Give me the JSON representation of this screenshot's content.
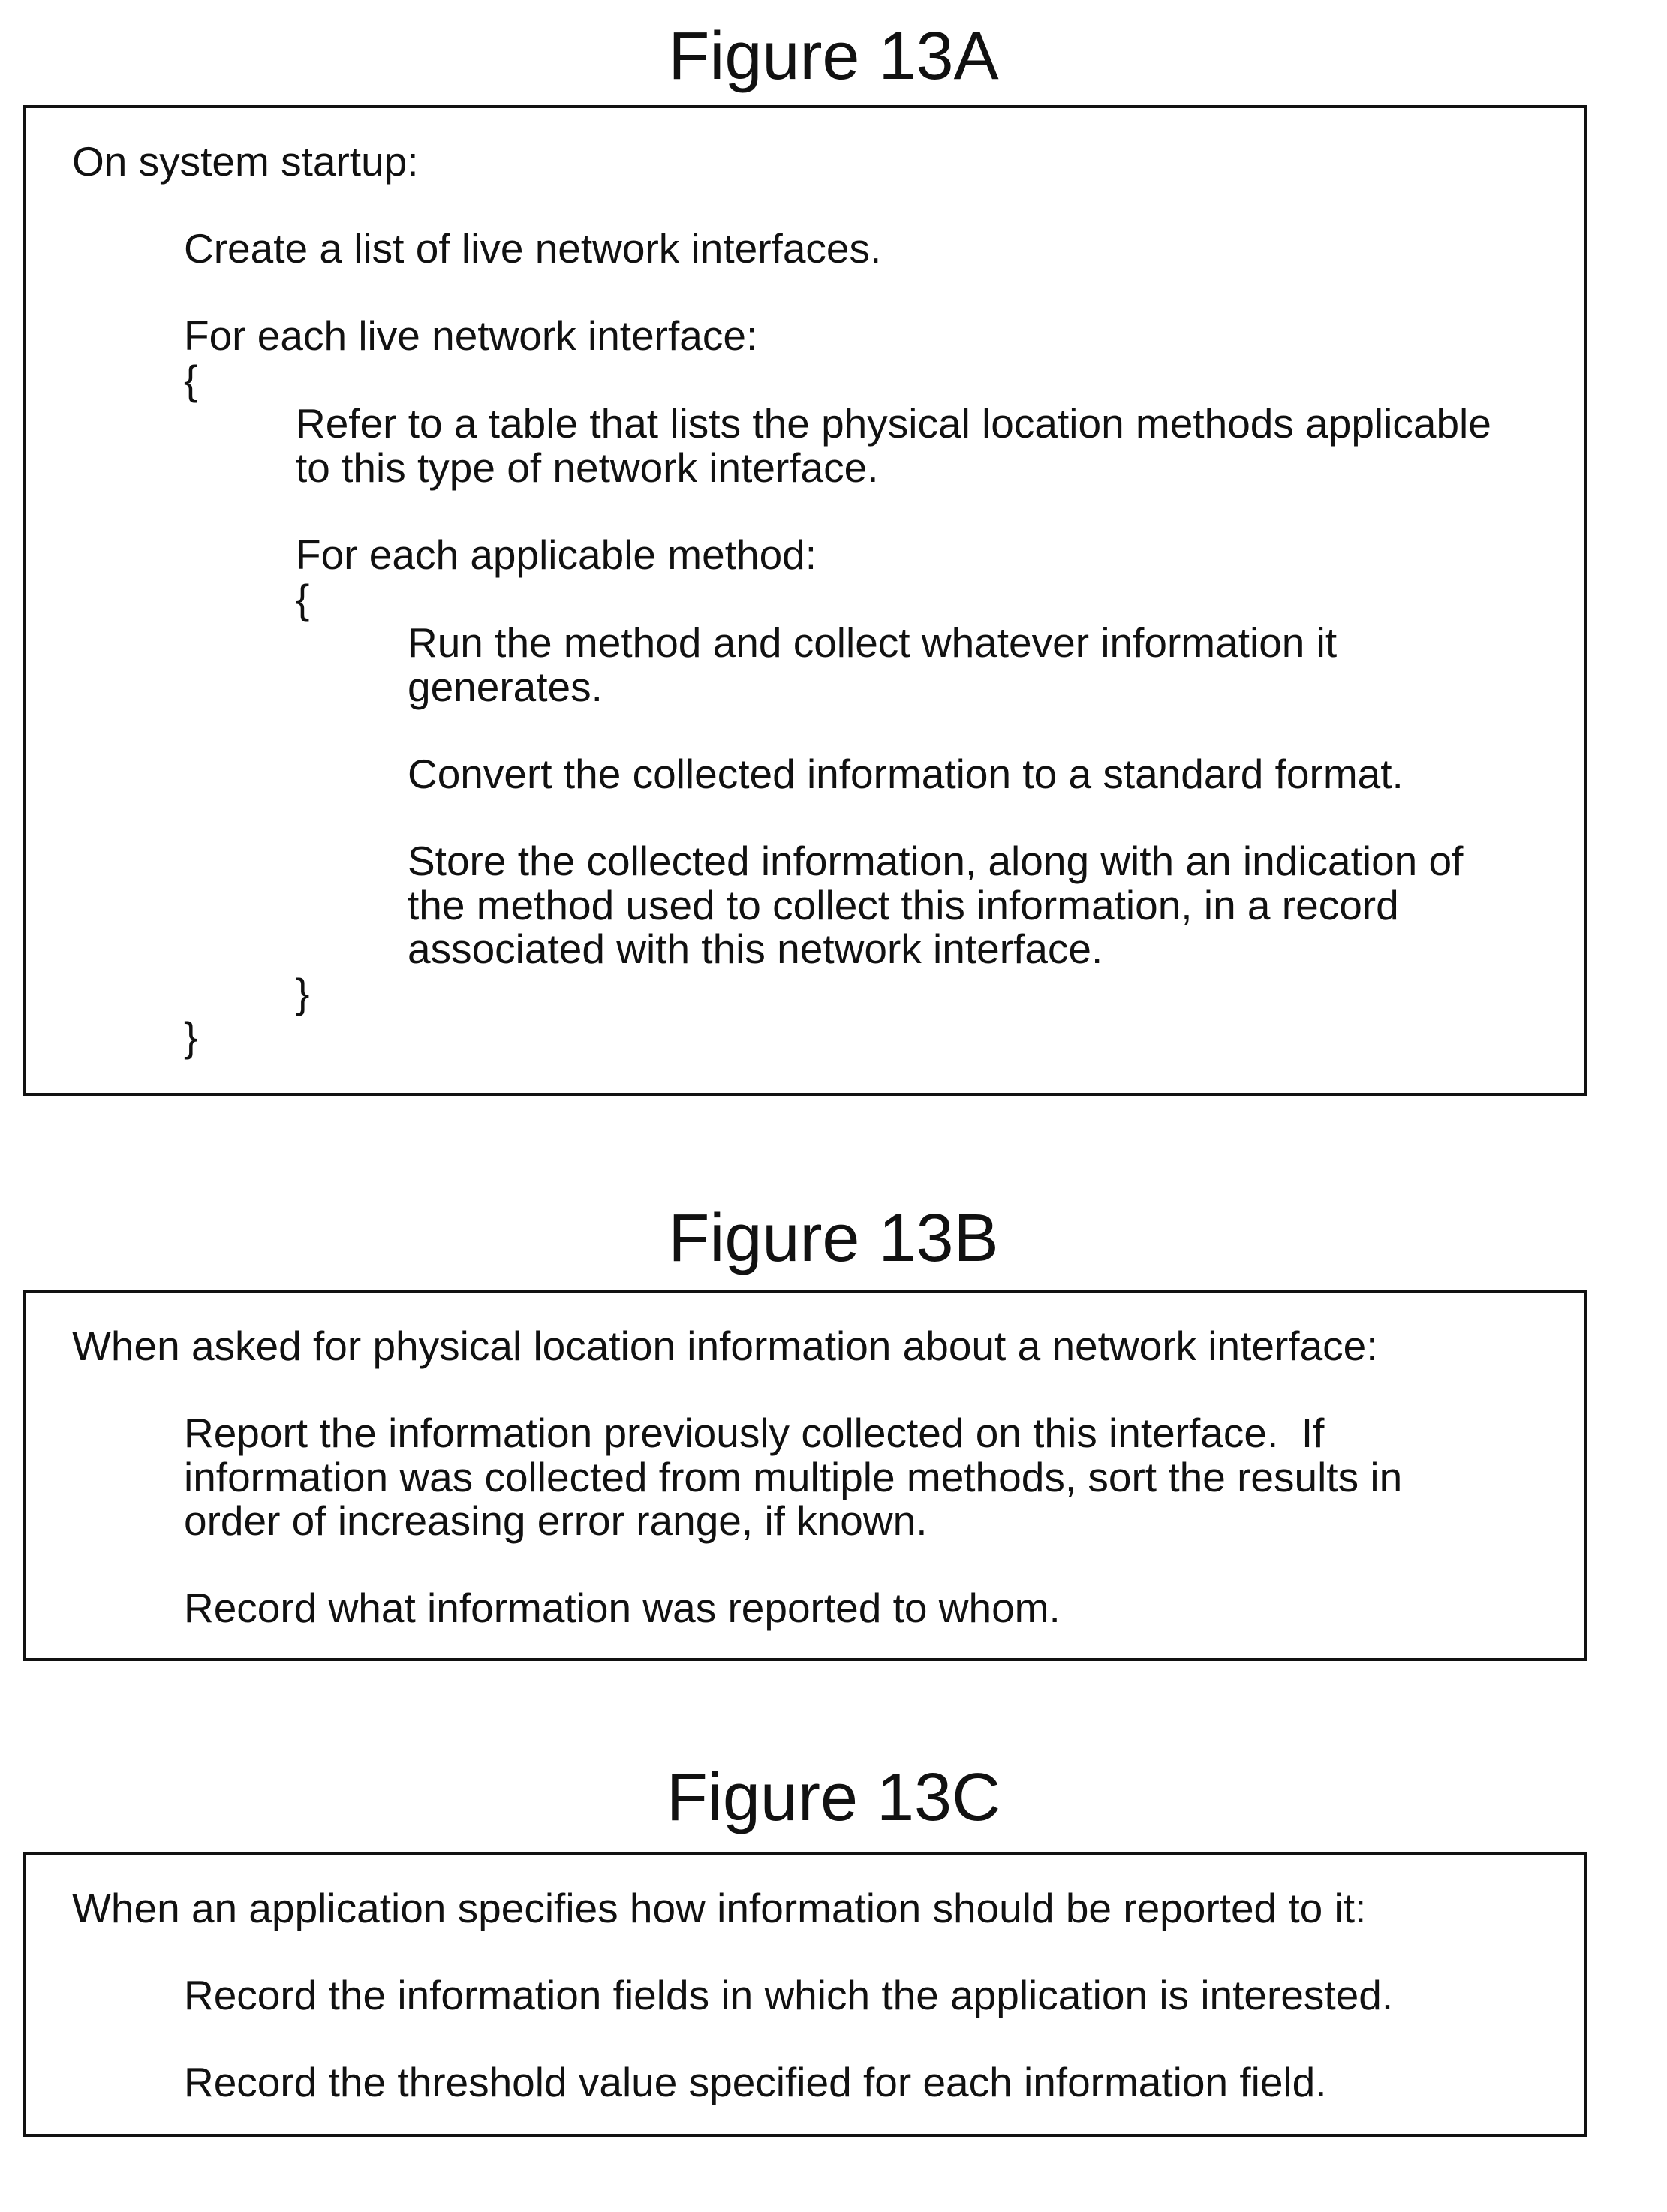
{
  "figure_13a": {
    "title": "Figure 13A",
    "lines": [
      "On system startup:",
      "Create a list of live network interfaces.",
      "For each live network interface:",
      "{",
      "Refer to a table that lists the physical location methods applicable",
      "to this type of network interface.",
      "For each applicable method:",
      "{",
      "Run the method and collect whatever information it",
      "generates.",
      "Convert the collected information to a standard format.",
      "Store the collected information, along with an indication of",
      "the method used to collect this information, in a record",
      "associated with this network interface.",
      "}",
      "}"
    ]
  },
  "figure_13b": {
    "title": "Figure 13B",
    "lines": [
      "When asked for physical location information about a network interface:",
      "Report the information previously collected on this interface.  If",
      "information was collected from multiple methods, sort the results in",
      "order of increasing error range, if known.",
      "Record what information was reported to whom."
    ]
  },
  "figure_13c": {
    "title": "Figure 13C",
    "lines": [
      "When an application specifies how information should be reported to it:",
      "Record the information fields in which the application is interested.",
      "Record the threshold value specified for each information field."
    ]
  }
}
